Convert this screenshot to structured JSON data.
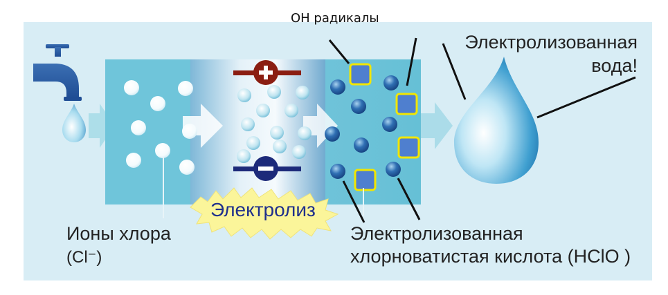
{
  "labels": {
    "oh_radicals": "ОН радикалы",
    "electrolyzed_water_line1": "Электролизованная",
    "electrolyzed_water_line2": "вода!",
    "chlorine_ions": "Ионы хлора",
    "chlorine_symbol": "(Cl⁻)",
    "acid_line1": "Электролизованная",
    "acid_line2": "хлорноватистая кислота (HClO )",
    "electrolysis": "Электролиз"
  },
  "colors": {
    "background_band": "#d7ecf4",
    "tank": "#6cc6db",
    "positive": "#8b1e12",
    "negative": "#1d2a7a",
    "radical_fill": "#4f7fcf",
    "radical_border": "#f2e600",
    "burst": "#fbf59a"
  }
}
